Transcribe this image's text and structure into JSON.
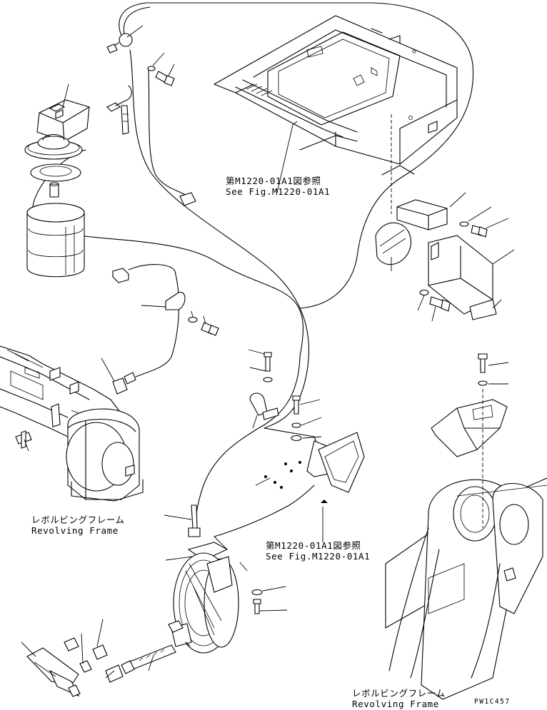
{
  "references": [
    {
      "jp": "第M1220-01A1図参照",
      "en": "See Fig.M1220-01A1"
    },
    {
      "jp": "第M1220-01A1図参照",
      "en": "See Fig.M1220-01A1"
    }
  ],
  "frame_labels": [
    {
      "jp": "レボルビングフレーム",
      "en": "Revolving Frame"
    },
    {
      "jp": "レボルビングフレーム",
      "en": "Revolving Frame"
    }
  ],
  "drawing_code": "PW1C457"
}
